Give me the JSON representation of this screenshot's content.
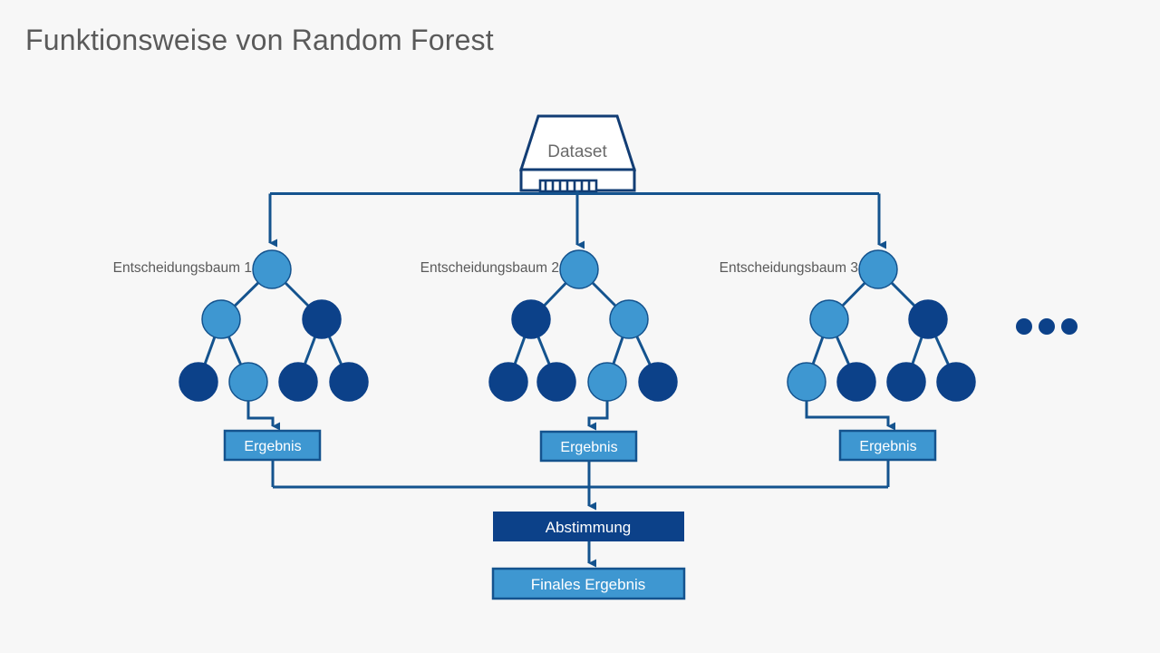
{
  "slide": {
    "title": "Funktionsweise von Random Forest",
    "background_color": "#F7F7F7",
    "title_color": "#5A5A5A"
  },
  "palette": {
    "light_blue": "#3E97D1",
    "dark_blue": "#0C4189",
    "connector_blue": "#14538E",
    "outline_blue": "#123D74",
    "white": "#FFFFFF",
    "label_grey": "#5A5A5A"
  },
  "dataset": {
    "label": "Dataset",
    "icon": "database-stack-icon",
    "teeth_count": 7
  },
  "trees": [
    {
      "label": "Entscheidungsbaum 1",
      "root_color": "light",
      "level2_colors": [
        "light",
        "dark"
      ],
      "leaf_colors": [
        "dark",
        "light",
        "dark",
        "dark"
      ],
      "selected_leaf_index": 1,
      "result_label": "Ergebnis"
    },
    {
      "label": "Entscheidungsbaum 2",
      "root_color": "light",
      "level2_colors": [
        "dark",
        "light"
      ],
      "leaf_colors": [
        "dark",
        "dark",
        "light",
        "dark"
      ],
      "selected_leaf_index": 2,
      "result_label": "Ergebnis"
    },
    {
      "label": "Entscheidungsbaum 3",
      "root_color": "light",
      "level2_colors": [
        "light",
        "dark"
      ],
      "leaf_colors": [
        "light",
        "dark",
        "dark",
        "dark"
      ],
      "selected_leaf_index": 0,
      "result_label": "Ergebnis"
    }
  ],
  "ellipsis": {
    "label": "...",
    "dot_count": 3,
    "color": "#0C4189"
  },
  "voting": {
    "label": "Abstimmung",
    "fill": "#0C4189"
  },
  "final": {
    "label": "Finales Ergebnis",
    "fill": "#3E97D1"
  }
}
